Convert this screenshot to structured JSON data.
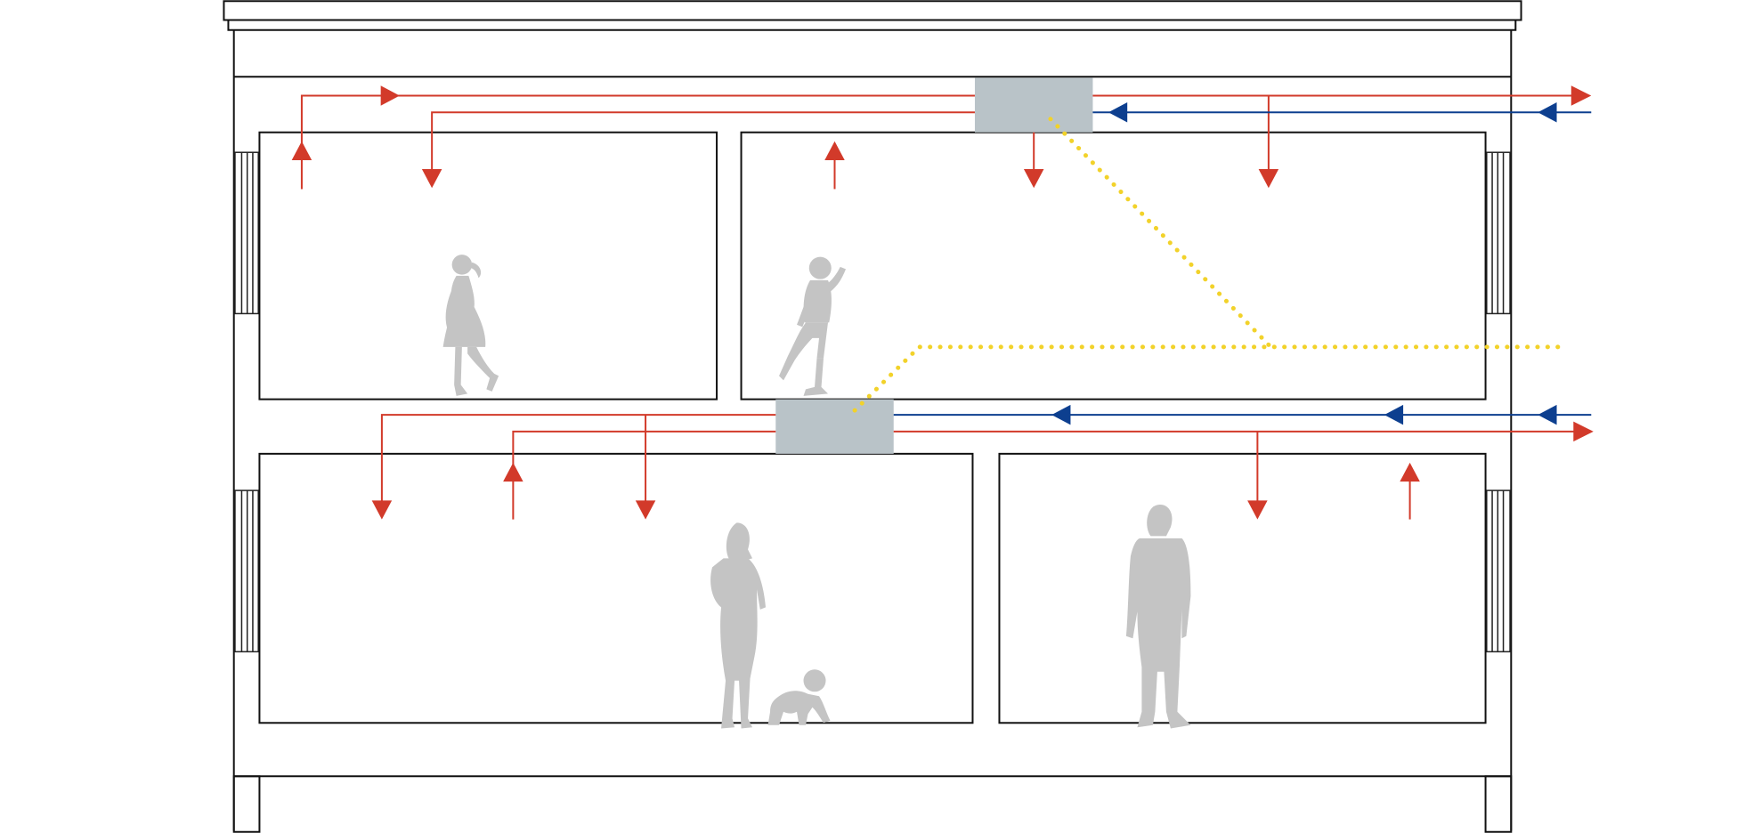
{
  "diagram": {
    "kind": "ventilation-section",
    "colors": {
      "outline": "#111111",
      "extract_duct": "#d23a2a",
      "supply_duct": "#0d3f8f",
      "air_handling_unit": "#b9c3c8",
      "wiring_dotted": "#f2d22a",
      "people": "#c4c4c4",
      "window": "#333333"
    },
    "stories": 2,
    "rooms_per_story": 2,
    "air_handling_units": 2,
    "people": [
      "girl-walking",
      "boy-jumping",
      "woman-standing",
      "baby-crawling",
      "man-standing"
    ]
  }
}
